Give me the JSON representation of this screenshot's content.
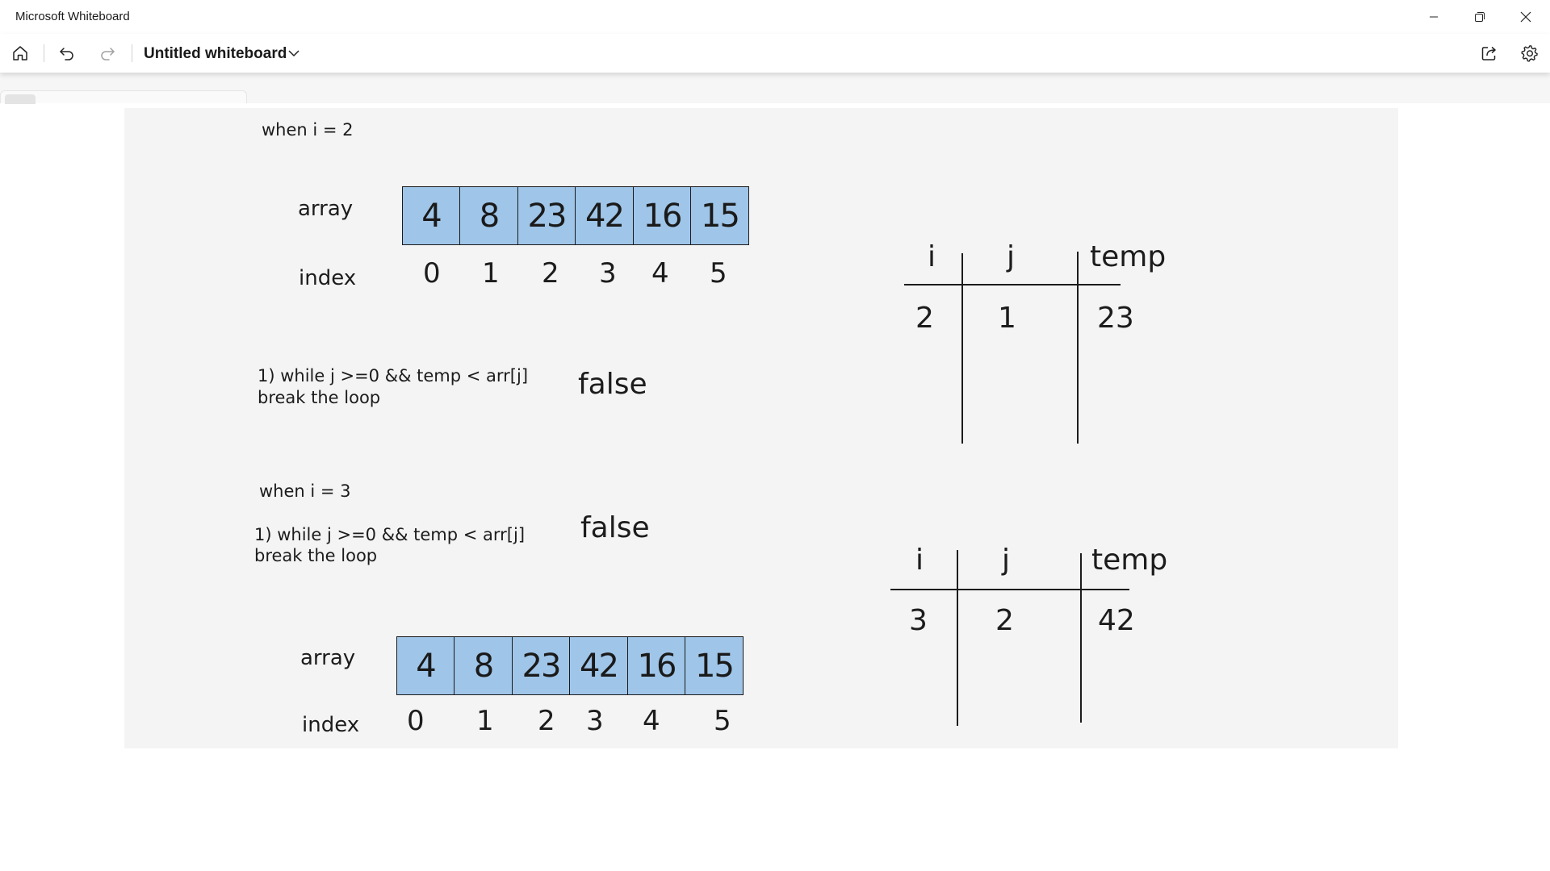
{
  "app": {
    "title": "Microsoft Whiteboard"
  },
  "window_controls": {
    "minimize": "minimize-icon",
    "restore": "restore-icon",
    "close": "close-icon"
  },
  "toolbar": {
    "board_title": "Untitled whiteboard",
    "icons": [
      "home-icon",
      "undo-icon",
      "redo-icon",
      "chevron-down-icon",
      "share-icon",
      "gear-icon"
    ]
  },
  "board": {
    "section1": {
      "heading": "when i = 2",
      "array_label": "array",
      "array": [
        "4",
        "8",
        "23",
        "42",
        "16",
        "15"
      ],
      "index_label": "index",
      "indices": [
        "0",
        "1",
        "2",
        "3",
        "4",
        "5"
      ],
      "step_line1": "1) while j >=0 && temp < arr[j]",
      "step_line2": "break the loop",
      "result": "false",
      "table": {
        "headers": [
          "i",
          "j",
          "temp"
        ],
        "row": [
          "2",
          "1",
          "23"
        ]
      }
    },
    "section2": {
      "heading": "when i = 3",
      "step_line1": "1) while j >=0 && temp < arr[j]",
      "step_line2": "break the loop",
      "result": "false",
      "array_label": "array",
      "array": [
        "4",
        "8",
        "23",
        "42",
        "16",
        "15"
      ],
      "index_label": "index",
      "indices": [
        "0",
        "1",
        "2",
        "3",
        "4",
        "5"
      ],
      "table": {
        "headers": [
          "i",
          "j",
          "temp"
        ],
        "row": [
          "3",
          "2",
          "42"
        ]
      }
    }
  }
}
